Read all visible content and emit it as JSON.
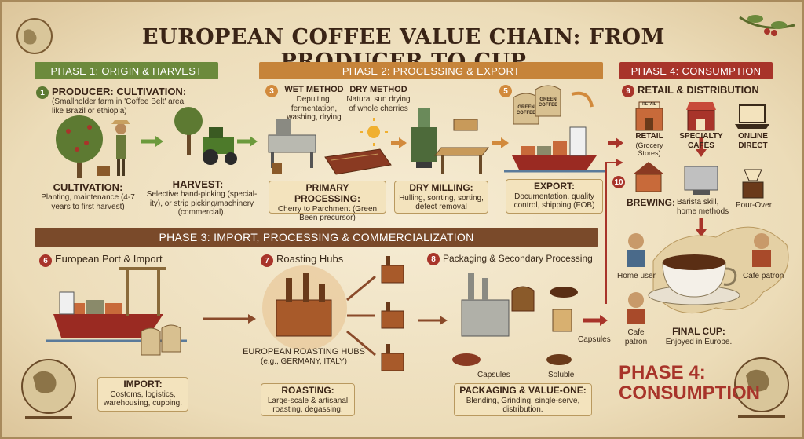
{
  "title": "EUROPEAN COFFEE VALUE CHAIN: FROM PRODUCER TO CUP",
  "phases": {
    "p1": "PHASE 1: ORIGIN & HARVEST",
    "p2": "PHASE 2: PROCESSING & EXPORT",
    "p3": "PHASE 3: IMPORT, PROCESSING & COMMERCIALIZATION",
    "p4": "PHASE 4: CONSUMPTION",
    "p4_big_line1": "PHASE 4:",
    "p4_big_line2": "CONSUMPTION"
  },
  "steps": {
    "s1": {
      "num": "1",
      "title": "PRODUCER: CULTIVATION:",
      "desc": "(Smallholder farm in 'Coffee Belt' area like Brazil or ethiopia)"
    },
    "cultivation": {
      "title": "CULTIVATION:",
      "desc": "Planting, maintenance (4-7 years to first harvest)"
    },
    "harvest": {
      "title": "HARVEST:",
      "desc": "Selective hand-picking (special-ity), or strip picking/machinery (commercial)."
    },
    "s3": {
      "num": "3",
      "wet_title": "WET METHOD",
      "wet_desc": "Depulting, fermentation, washing, drying",
      "dry_title": "DRY METHOD",
      "dry_desc": "Natural sun drying of whole cherries"
    },
    "primary": {
      "title": "PRIMARY PROCESSING:",
      "desc": "Cherry to Parchment (Green Been precursor)"
    },
    "milling": {
      "title": "DRY MILLING:",
      "desc": "Hulling, sorrting, sorting, defect removal"
    },
    "s5": {
      "num": "5",
      "bag_left": "GREEN COFFEE",
      "bag_right": "GREEN COFFEE"
    },
    "export": {
      "title": "EXPORT:",
      "desc": "Documentation, quality control, shipping (FOB)"
    },
    "s9": {
      "num": "9",
      "title": "RETAIL & DISTRIBUTION"
    },
    "retail": {
      "sign": "RETAIL",
      "label": "RETAIL",
      "sub": "(Grocery Stores)"
    },
    "specialty": {
      "label": "SPECIALTY CAFÉS"
    },
    "online": {
      "label": "ONLINE DIRECT"
    },
    "s10": {
      "num": "10"
    },
    "brewing": {
      "title": "BREWING:",
      "desc": "Barista skill, home methods"
    },
    "pourover": {
      "label": "Pour-Over"
    },
    "s6": {
      "num": "6",
      "title": "European Port & Import"
    },
    "import": {
      "title": "IMPORT:",
      "desc": "Costoms, logistics, warehousing, cupping."
    },
    "s7": {
      "num": "7",
      "title": "Roasting Hubs"
    },
    "hubs": {
      "title": "EUROPEAN ROASTING HUBS",
      "desc": "(e.g., GERMANY, ITALY)"
    },
    "roasting": {
      "title": "ROASTING:",
      "desc": "Large-scale & artisanal roasting, degassing."
    },
    "s8": {
      "num": "8",
      "title": "Packaging & Secondary Processing"
    },
    "capsules_right": "Capsules",
    "capsules_bottom": "Capsules",
    "soluble": "Soluble",
    "packaging": {
      "title": "PACKAGING & VALUE-ONE:",
      "desc": "Blending, Grinding, single-serve, distribution."
    },
    "home_user": "Home user",
    "cafe_patron_right": "Cafe patron",
    "cafe_patron_left": "Cafe patron",
    "final": {
      "title": "FINAL CUP:",
      "desc": "Enjoyed in Europe."
    }
  },
  "colors": {
    "phase1": "#6c8a3c",
    "phase2": "#c6843a",
    "phase3": "#7a4a2a",
    "phase4": "#a8342a",
    "arrow": "#8a4a2a",
    "green_arrow": "#6c9a3c"
  }
}
